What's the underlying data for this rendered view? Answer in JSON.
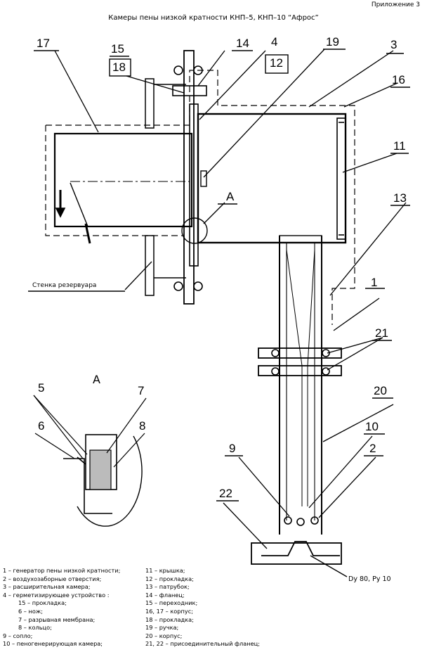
{
  "header": {
    "appendix": "Приложение 3",
    "title": "Камеры пены низкой кратности КНП–5, КНП–10 “Афрос”"
  },
  "callouts": {
    "n17": "17",
    "n15": "15",
    "n18": "18",
    "n14": "14",
    "n4": "4",
    "n12": "12",
    "n19": "19",
    "n3": "3",
    "n16": "16",
    "n11": "11",
    "n13": "13",
    "nA": "А",
    "n1": "1",
    "n21": "21",
    "n20": "20",
    "n10": "10",
    "n2": "2",
    "n9": "9",
    "n22": "22",
    "n5": "5",
    "n6": "6",
    "n7": "7",
    "n8": "8"
  },
  "annotations": {
    "wall": "Стенка резервуара",
    "detail_label": "А",
    "flange_spec": "Dy 80, Py 10"
  },
  "legend_left": [
    "1 – генератор пены низкой кратности;",
    "2 – воздухозаборные отверстия;",
    "3 – расширительная камера;",
    "4 – герметизирующее устройство :",
    "15 – прокладка;",
    "6 – нож;",
    "7 – разрывная мембрана;",
    "8 – кольцо;",
    "9 – сопло;",
    "10 – пеногенерирующая камера;"
  ],
  "legend_right": [
    "11 – крышка;",
    "12 – прокладка;",
    "13 – патрубок;",
    "14 – фланец;",
    "15 – переходник;",
    "16, 17 – корпус;",
    "18 – прокладка;",
    "19 – ручка;",
    "20 – корпус;",
    "21, 22 – присоединительный фланец;"
  ]
}
